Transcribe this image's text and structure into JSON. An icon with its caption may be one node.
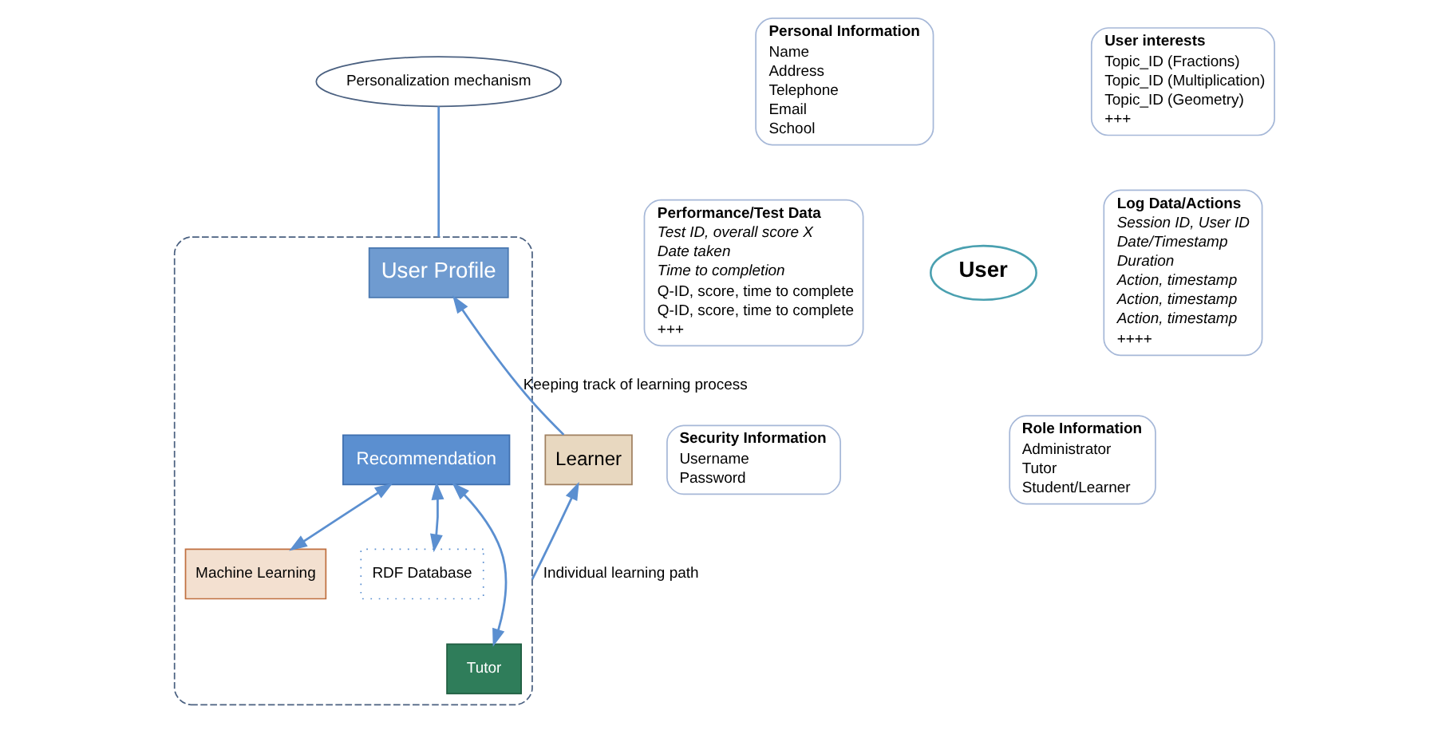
{
  "diagram": {
    "nodes": [
      {
        "text": [],
        "shape": "box"
      },
      {
        "text": [
          "User Profile"
        ],
        "in": 0
      },
      {
        "text": [
          "Machine Learning"
        ],
        "in": 0
      },
      {
        "text": [
          "Recommendation"
        ],
        "in": 0
      },
      {
        "text": [
          "RDF Database"
        ],
        "in": 0
      },
      {
        "text": [
          "Tutor"
        ],
        "in": 0
      },
      {
        "text": [
          "Learner"
        ]
      },
      {
        "text": [
          "Personalization mechanism"
        ]
      },
      {
        "text": [
          "Personal Information",
          "Name",
          "Address",
          "Telephone",
          "Email",
          "School"
        ]
      },
      {
        "text": [
          "User interests",
          "Topic_ID (Fractions)",
          "Topic_ID (Multiplication)",
          "Topic_ID (Geometry)",
          "+++"
        ]
      },
      {
        "text": [
          "Performance/Test Data",
          "Test ID, overall score X",
          "Date taken",
          "Time to completion",
          "Q-ID, score, time to complete",
          "Q-ID, score, time to complete",
          "+++"
        ]
      },
      {
        "text": [
          "User"
        ]
      },
      {
        "text": [
          "Log Data/Actions",
          "Session ID, User ID",
          "Date/Timestamp",
          "Duration",
          "Action, timestamp",
          "Action, timestamp",
          "Action, timestamp",
          "++++"
        ]
      },
      {
        "text": [
          "Security Information",
          "Username",
          "Password"
        ]
      },
      {
        "text": [
          "Role Information",
          "Administrator",
          "Tutor",
          "Student/Learner"
        ]
      }
    ],
    "edges": [
      {
        "from": 6,
        "to": 1,
        "arrow": "to",
        "label": "Keeping track of learning process"
      },
      {
        "from": 3,
        "to": 2,
        "arrow": "both"
      },
      {
        "from": 3,
        "to": 4,
        "arrow": "both"
      },
      {
        "from": 3,
        "to": 5,
        "arrow": "both"
      },
      {
        "from": 0,
        "to": 6,
        "arrow": "to",
        "label": "Individual learning path"
      },
      {
        "from": 7,
        "to": 0,
        "arrow": "none"
      }
    ]
  }
}
